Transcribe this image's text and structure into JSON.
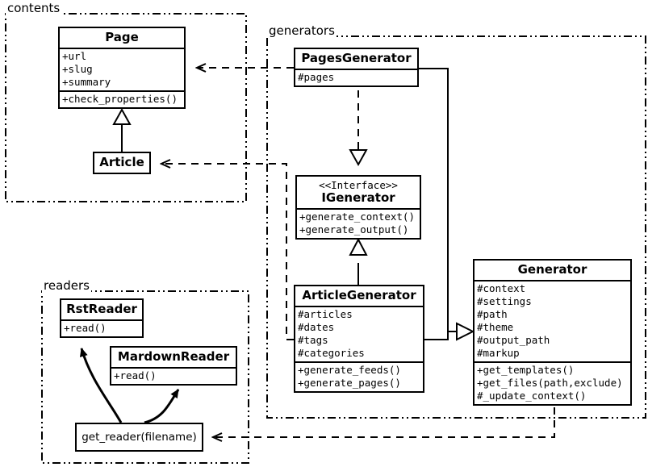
{
  "diagram": {
    "title": "Pelican UML class diagram",
    "stroke_color": "#000000",
    "background_color": "#ffffff"
  },
  "packages": [
    {
      "id": "contents",
      "label": "contents"
    },
    {
      "id": "generators",
      "label": "generators"
    },
    {
      "id": "readers",
      "label": "readers"
    }
  ],
  "classes": {
    "page": {
      "name": "Page",
      "attributes": [
        "+url",
        "+slug",
        "+summary"
      ],
      "methods": [
        "+check_properties()"
      ]
    },
    "article": {
      "name": "Article",
      "attributes": [],
      "methods": []
    },
    "pages_generator": {
      "name": "PagesGenerator",
      "attributes": [
        "#pages"
      ],
      "methods": []
    },
    "igenerator": {
      "stereotype": "<<Interface>>",
      "name": "IGenerator",
      "attributes": [],
      "methods": [
        "+generate_context()",
        "+generate_output()"
      ]
    },
    "article_generator": {
      "name": "ArticleGenerator",
      "attributes": [
        "#articles",
        "#dates",
        "#tags",
        "#categories"
      ],
      "methods": [
        "+generate_feeds()",
        "+generate_pages()"
      ]
    },
    "generator": {
      "name": "Generator",
      "attributes": [
        "#context",
        "#settings",
        "#path",
        "#theme",
        "#output_path",
        "#markup"
      ],
      "methods": [
        "+get_templates()",
        "+get_files(path,exclude)",
        "#_update_context()"
      ]
    },
    "rst_reader": {
      "name": "RstReader",
      "attributes": [],
      "methods": [
        "+read()"
      ]
    },
    "mardown_reader": {
      "name": "MardownReader",
      "attributes": [],
      "methods": [
        "+read()"
      ]
    },
    "get_reader": {
      "name": "get_reader(filename)"
    }
  },
  "relationships": [
    {
      "id": "pagesgenerator-to-page",
      "type": "dependency",
      "from": "PagesGenerator",
      "to": "Page"
    },
    {
      "id": "articlegenerator-to-article",
      "type": "dependency",
      "from": "ArticleGenerator",
      "to": "Article"
    },
    {
      "id": "article-inherits-page",
      "type": "inheritance",
      "from": "Article",
      "to": "Page"
    },
    {
      "id": "pagesgenerator-realizes-igen",
      "type": "realization",
      "from": "PagesGenerator",
      "to": "IGenerator"
    },
    {
      "id": "articlegenerator-inherits-igen",
      "type": "inheritance",
      "from": "ArticleGenerator",
      "to": "IGenerator"
    },
    {
      "id": "pagesgenerator-inherits-gen",
      "type": "inheritance",
      "from": "PagesGenerator",
      "to": "Generator"
    },
    {
      "id": "articlegenerator-inherits-gen",
      "type": "inheritance",
      "from": "ArticleGenerator",
      "to": "Generator"
    },
    {
      "id": "generator-to-getreader",
      "type": "dependency",
      "from": "Generator",
      "to": "get_reader(filename)"
    },
    {
      "id": "getreader-to-rstreader",
      "type": "instantiates",
      "from": "get_reader(filename)",
      "to": "RstReader"
    },
    {
      "id": "getreader-to-mardownreader",
      "type": "instantiates",
      "from": "get_reader(filename)",
      "to": "MardownReader"
    }
  ]
}
